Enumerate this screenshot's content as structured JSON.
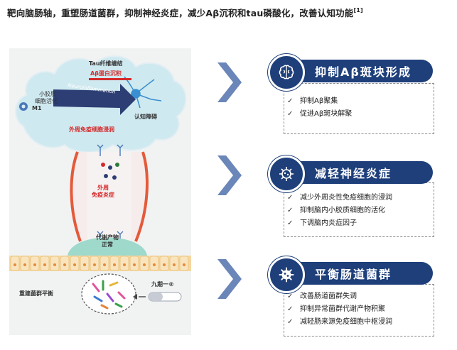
{
  "header": {
    "title": "靶向脑肠轴，重塑肠道菌群，抑制神经炎症，减少Aβ沉积和tau磷酸化，改善认知功能",
    "ref": "[1]"
  },
  "illustration": {
    "tau": "Tau纤维缠结",
    "abeta": "Aβ蛋白沉积",
    "neuroinflammation": "Neuroinflammation",
    "microglia_line1": "小胶质",
    "microglia_line2": "细胞活化",
    "m1": "M1",
    "cognitive": "认知障碍",
    "peripheral": "外周免疫细胞浸润",
    "gut_line1": "外周",
    "gut_line2": "免疫炎症",
    "metabolite_line1": "代谢产物",
    "metabolite_line2": "正常",
    "rebuild": "重建菌群平衡",
    "drug": "九期一®"
  },
  "cards": [
    {
      "title": "抑制Aβ斑块形成",
      "icon": "brain-icon",
      "items": [
        "抑制Aβ聚集",
        "促进Aβ斑块解聚"
      ]
    },
    {
      "title": "减轻神经炎症",
      "icon": "virus-icon",
      "items": [
        "减少外周炎性免疫细胞的浸润",
        "抑制脑内小胶质细胞的活化",
        "下调脑内炎症因子"
      ]
    },
    {
      "title": "平衡肠道菌群",
      "icon": "bacteria-icon",
      "items": [
        "改善肠道菌群失调",
        "抑制异常菌群代谢产物积聚",
        "减轻肠来源免疫细胞中枢浸润"
      ]
    }
  ],
  "colors": {
    "navy": "#1e3f7a",
    "chevron": "#6b86b8",
    "red": "#d42a2a"
  }
}
